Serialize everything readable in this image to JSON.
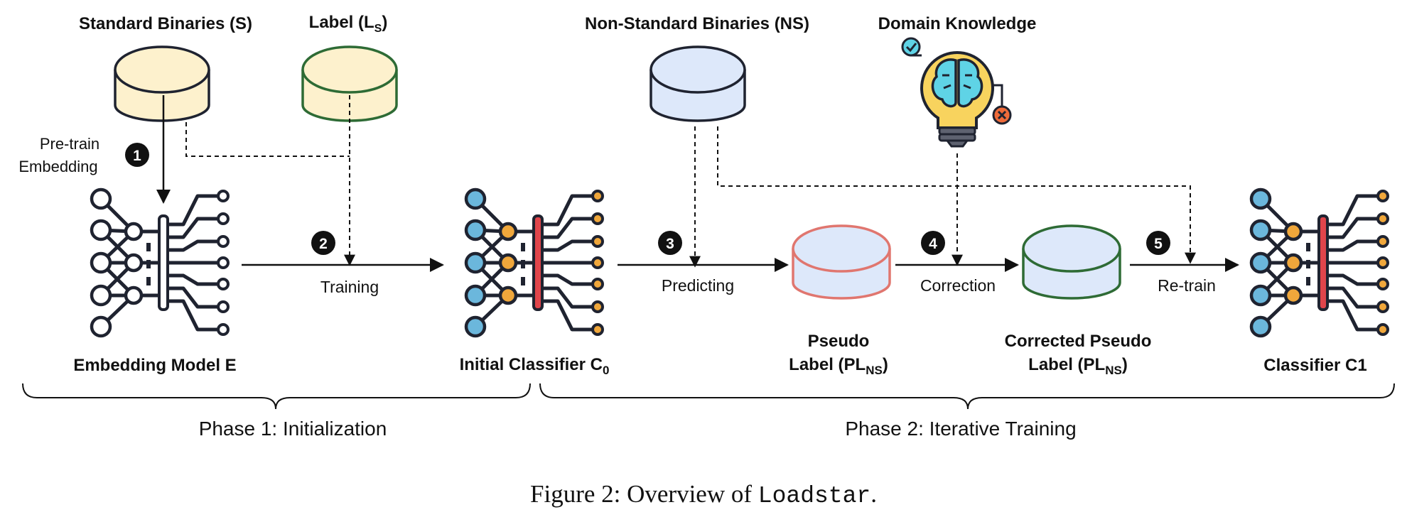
{
  "sources": {
    "standard": {
      "label": "Standard Binaries (S)"
    },
    "label_ls": {
      "label": "Label (L",
      "sub": "S",
      "close": ")"
    },
    "nonstandard": {
      "label": "Non-Standard Binaries (NS)"
    },
    "domain": {
      "label": "Domain Knowledge"
    }
  },
  "pretrain": {
    "line1": "Pre-train",
    "line2": "Embedding"
  },
  "steps": [
    {
      "num": "1"
    },
    {
      "num": "2",
      "label": "Training"
    },
    {
      "num": "3",
      "label": "Predicting"
    },
    {
      "num": "4",
      "label": "Correction"
    },
    {
      "num": "5",
      "label": "Re-train"
    }
  ],
  "models": {
    "embedding": {
      "label": "Embedding Model E"
    },
    "initial": {
      "label": "Initial Classifier C",
      "sub": "0"
    },
    "final": {
      "label": "Classifier C1"
    }
  },
  "stores": {
    "pseudo": {
      "line1": "Pseudo",
      "line2": "Label (PL",
      "sub": "NS",
      "close": ")"
    },
    "corrected": {
      "line1": "Corrected Pseudo",
      "line2": "Label (PL",
      "sub": "NS",
      "close": ")"
    }
  },
  "phases": [
    {
      "label": "Phase 1: Initialization"
    },
    {
      "label": "Phase 2: Iterative Training"
    }
  ],
  "caption": {
    "prefix": "Figure 2: Overview of ",
    "name": "Loadstar",
    "suffix": "."
  },
  "colors": {
    "cream_fill": "#fdf1cd",
    "ice_fill": "#dde8fa",
    "green_stroke": "#2e6b35",
    "red_stroke": "#e0766f",
    "blue_node": "#6bb7dc",
    "orange_node": "#f0a73b",
    "red_bar": "#e0454b",
    "dark": "#1f2330"
  }
}
